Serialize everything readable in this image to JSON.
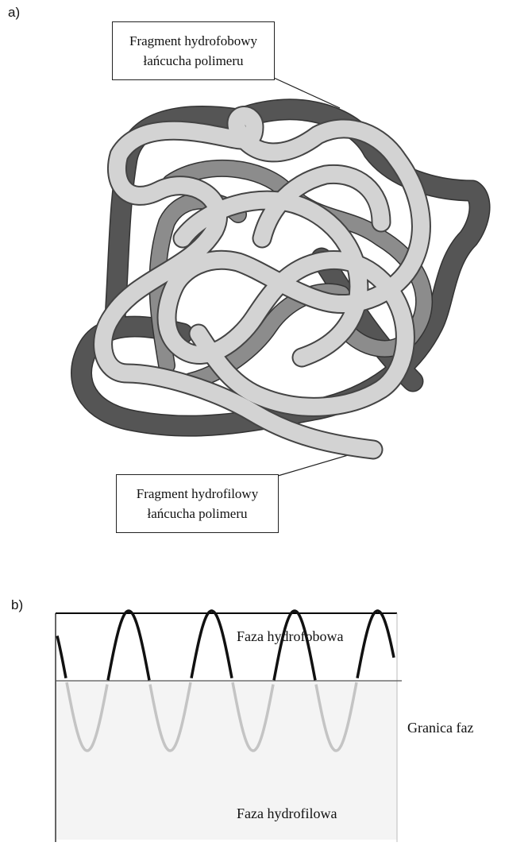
{
  "panels": {
    "a": {
      "label": "a)"
    },
    "b": {
      "label": "b)"
    }
  },
  "callouts": {
    "top": {
      "line1": "Fragment hydrofobowy",
      "line2": "łańcucha polimeru"
    },
    "bottom": {
      "line1": "Fragment hydrofilowy",
      "line2": "łańcucha polimeru"
    }
  },
  "phase_diagram": {
    "top_phase": "Faza hydrofobowa",
    "bottom_phase": "Faza hydrofilowa",
    "boundary": "Granica faz"
  },
  "colors": {
    "hydrophobic_dark": "#555555",
    "hydrophobic_mid": "#8c8c8c",
    "hydrophilic_light": "#d3d3d3",
    "wave_above": "#111111",
    "wave_below": "#c4c4c4"
  }
}
